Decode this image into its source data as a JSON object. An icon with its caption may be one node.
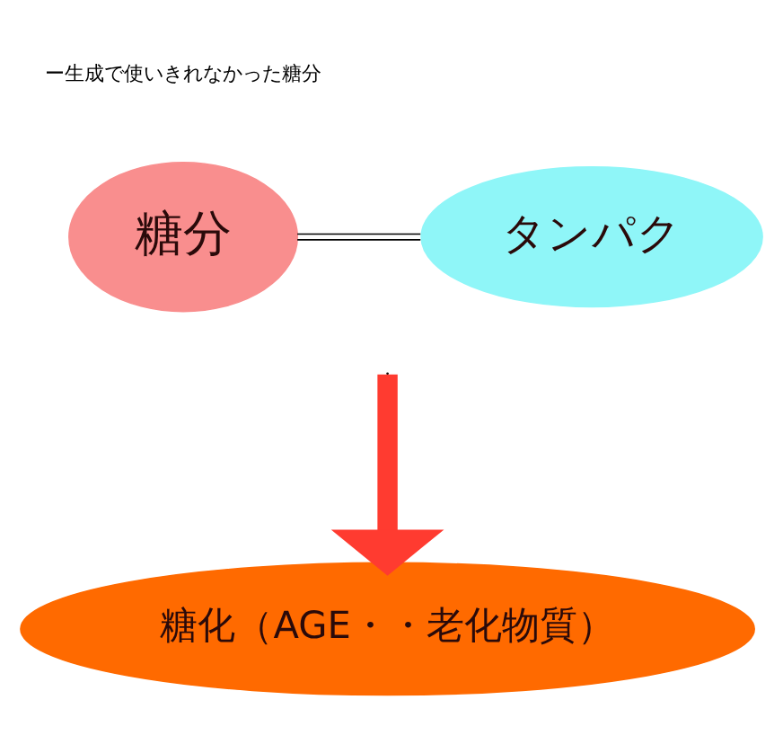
{
  "diagram": {
    "nodes": [
      {
        "text": [
          "糖分"
        ],
        "beside": [
          "ー生成で使いきれなかった糖分"
        ]
      },
      {
        "text": [
          "タンパク"
        ]
      },
      {
        "text": [
          "糖化（AGE・・老化物質）"
        ]
      }
    ],
    "edges": [
      {
        "from": 0,
        "to": 1,
        "arrow": "none"
      },
      {
        "from": null,
        "to": 2,
        "arrow": "to",
        "style": "thick",
        "color": "#ff3b30"
      }
    ]
  }
}
